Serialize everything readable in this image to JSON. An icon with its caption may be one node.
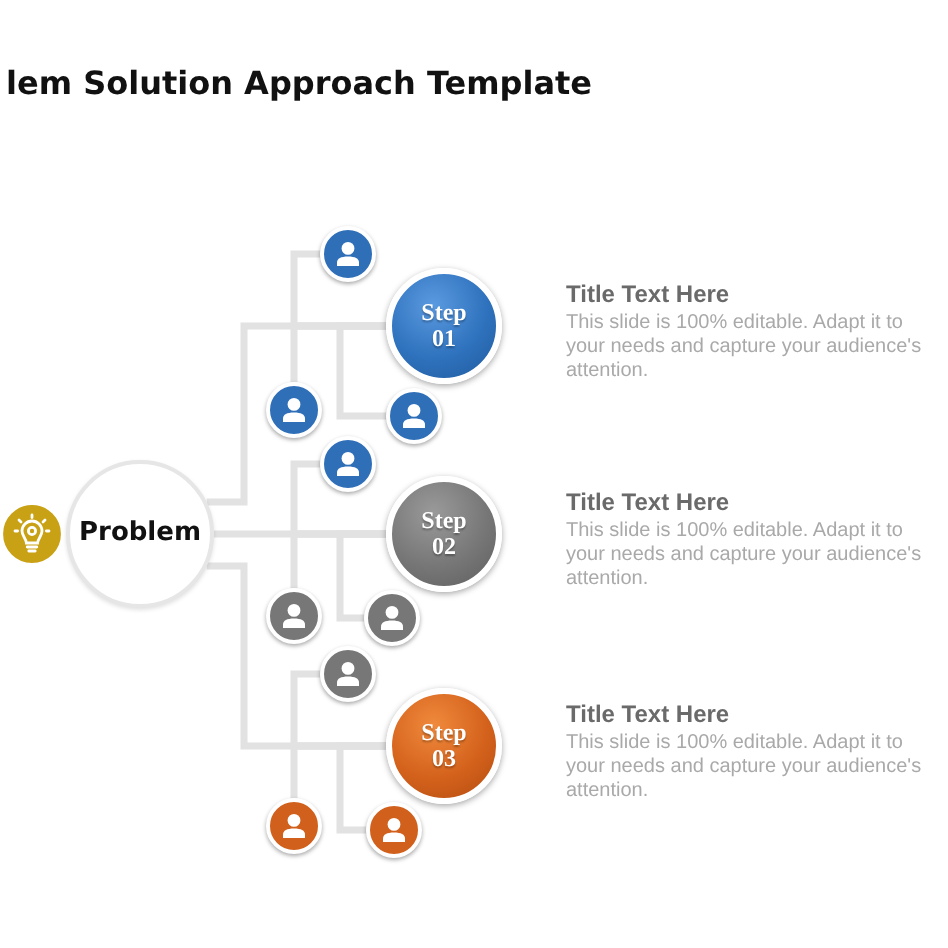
{
  "diagram": {
    "title": "lem Solution Approach Template",
    "nodes": [
      {
        "text": [
          "Problem"
        ]
      },
      {
        "text": [
          "Step 01"
        ],
        "beside": [
          "Title Text Here",
          "This slide is 100% editable. Adapt it to your needs and capture your audience's attention."
        ]
      },
      {
        "text": [
          "Step 02"
        ],
        "beside": [
          "Title Text Here",
          "This slide is 100% editable. Adapt it to your needs and capture your audience's attention."
        ]
      },
      {
        "text": [
          "Step 03"
        ],
        "beside": [
          "Title Text Here",
          "This slide is 100% editable. Adapt it to your needs and capture your audience's attention."
        ]
      },
      {
        "text": [],
        "shape": "person"
      },
      {
        "text": [],
        "shape": "person"
      },
      {
        "text": [],
        "shape": "person"
      },
      {
        "text": [],
        "shape": "person"
      },
      {
        "text": [],
        "shape": "person"
      },
      {
        "text": [],
        "shape": "person"
      },
      {
        "text": [],
        "shape": "person"
      },
      {
        "text": [],
        "shape": "person"
      },
      {
        "text": [],
        "shape": "person"
      }
    ],
    "edges": [
      {
        "from": 0,
        "to": 1,
        "arrow": "none"
      },
      {
        "from": 0,
        "to": 2,
        "arrow": "none"
      },
      {
        "from": 0,
        "to": 3,
        "arrow": "none"
      },
      {
        "from": 1,
        "to": 4,
        "arrow": "none"
      },
      {
        "from": 1,
        "to": 5,
        "arrow": "none"
      },
      {
        "from": 1,
        "to": 6,
        "arrow": "none"
      },
      {
        "from": 2,
        "to": 7,
        "arrow": "none"
      },
      {
        "from": 2,
        "to": 8,
        "arrow": "none"
      },
      {
        "from": 2,
        "to": 9,
        "arrow": "none"
      },
      {
        "from": 3,
        "to": 10,
        "arrow": "none"
      },
      {
        "from": 3,
        "to": 11,
        "arrow": "none"
      },
      {
        "from": 3,
        "to": 12,
        "arrow": "none"
      }
    ]
  }
}
